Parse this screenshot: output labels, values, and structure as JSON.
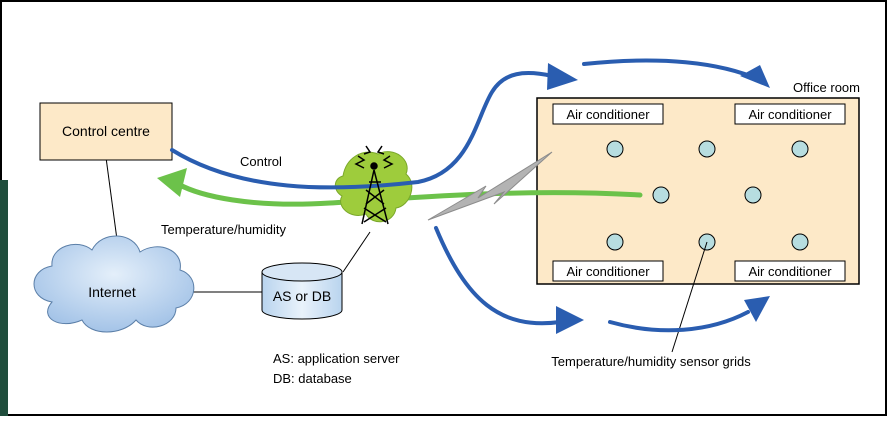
{
  "nodes": {
    "control_centre": "Control centre",
    "internet": "Internet",
    "database": "AS or DB",
    "office_room": "Office room",
    "air_conditioners": [
      "Air conditioner",
      "Air conditioner",
      "Air conditioner",
      "Air conditioner"
    ]
  },
  "links": {
    "control": "Control",
    "temperature_humidity": "Temperature/humidity"
  },
  "annotations": {
    "sensor_grids": "Temperature/humidity sensor grids",
    "legend_as": "AS: application server",
    "legend_db": "DB: database"
  },
  "colors": {
    "control_arrow": "#2a5db0",
    "feedback_arrow": "#6cc24a",
    "control_centre_fill": "#fde9c8",
    "office_fill": "#fde9c8",
    "cloud_fill": "#b9d3ee",
    "sensor_fill": "#b7dde0",
    "left_edge_band": "#1f4d3c"
  }
}
